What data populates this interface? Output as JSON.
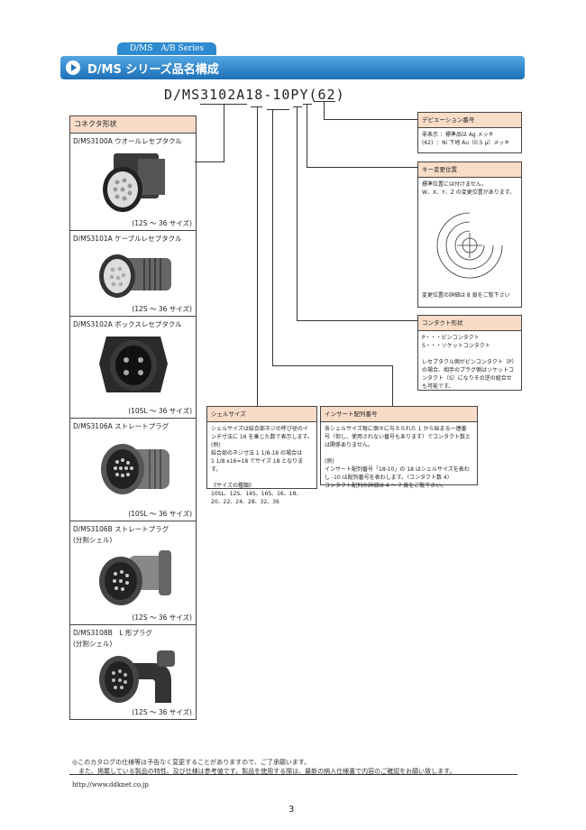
{
  "series_tab": "D/MS　A/B  Series",
  "title": "D/MS シリーズ品名構成",
  "part_number": "D/MS3102A18-10PY(62)",
  "connector_list": {
    "header": "コネクタ形状",
    "items": [
      {
        "name": "D/MS3100A ウオールレセプタクル",
        "size": "(12S ～ 36 サイズ)"
      },
      {
        "name": "D/MS3101A ケーブルレセプタクル",
        "size": "(12S ～ 36 サイズ)"
      },
      {
        "name": "D/MS3102A ボックスレセプタクル",
        "size": "(10SL ～ 36 サイズ)"
      },
      {
        "name": "D/MS3106A ストレートプラグ",
        "size": "(10SL ～ 36 サイズ)"
      },
      {
        "name": "D/MS3106B ストレートプラグ\n(分割シェル)",
        "size": "(12S ～ 36 サイズ)"
      },
      {
        "name": "D/MS3108B　L 形プラグ\n(分割シェル)",
        "size": "(12S ～ 36 サイズ)"
      }
    ]
  },
  "deviation": {
    "header": "デビエーション番号",
    "body": "非表示 ：標準品は Ag メッキ\n(62)  ：Ni 下地 Au（0.5 μ）メッキ"
  },
  "key_position": {
    "header": "キー変更位置",
    "body": "標準位置には付けません。\nW、X、Y、Z の変更位置があります。",
    "note": "変更位置の詳細は 8 頁をご覧下さい"
  },
  "contact_type": {
    "header": "コンタクト形状",
    "body": "P・・・ピンコンタクト\nS・・・ソケットコンタクト\n\nレセプタクル側がピンコンタクト（P）\nの場合、相手のプラグ側はソケットコ\nンタクト（S）になりその逆の組合せ\nも可能です。"
  },
  "shell_size": {
    "header": "シェルサイズ",
    "body": "シェルサイズは結合部ネジの呼び径のイ\nンチ寸法に 16 を乗じた数で表示します。\n(例)\n結合部のネジ寸法 1 1/8-18 の場合は\n1 1/8 x16=18 でサイズ 18 となります。\n\n《サイズの種類》\n10SL、12S、14S、16S、16、18、\n20、22、24、28、32、36"
  },
  "insert": {
    "header": "インサート配列番号",
    "body": "各シェルサイズ毎に個々に与えられた 1 から始まる一連番\n号（但し、使用されない番号もあります）でコンタクト数と\nは関係ありません。\n\n(例)\nインサート配列番号「18-10」の 18 はシェルサイズを表わ\nし -10 は配列番号を表わします。（コンタクト数 4）\nコンタクト配列の詳細は 4 ～ 7 頁をご覧下さい。"
  },
  "footer": {
    "note": "◎このカタログの仕様等は予告なく変更することがありますので、ご了承願います。\n　また、掲載している製品の特性、及び仕様は参考値です。製品を使用する際は、最新の納入仕様書で内容のご確認をお願い致します。",
    "url": "http://www.ddknet.co.jp",
    "page": "3"
  }
}
